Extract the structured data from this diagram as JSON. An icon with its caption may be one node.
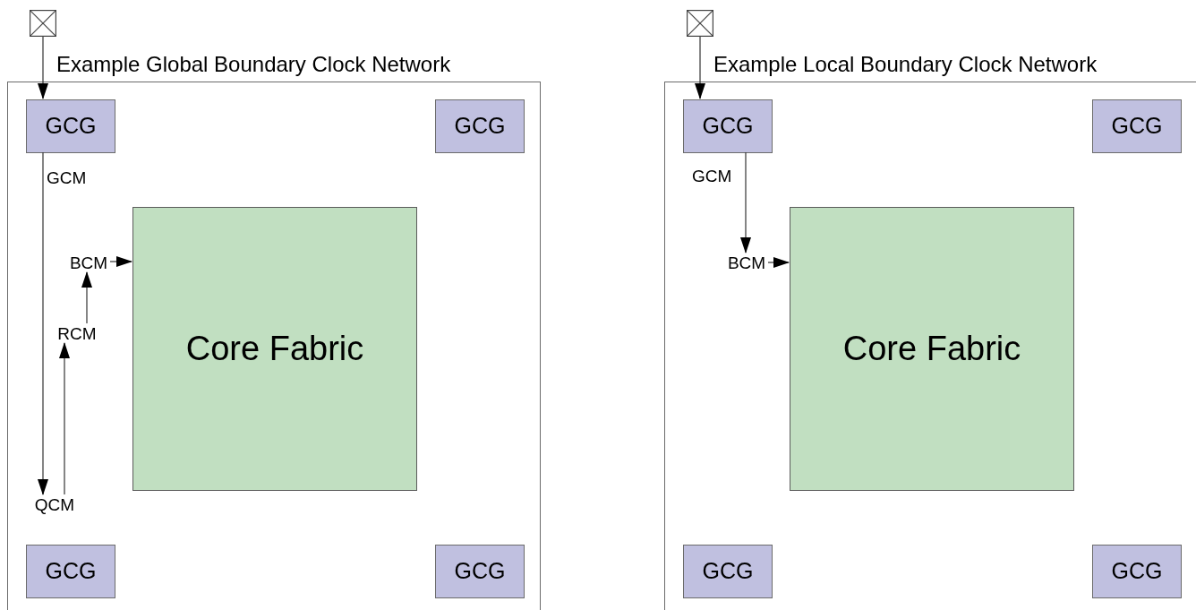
{
  "diagram": {
    "nodes": [
      {
        "text": [
          "Example Global Boundary Clock Network"
        ]
      },
      {
        "text": [],
        "shape": "box"
      },
      {
        "text": [
          "GCG"
        ],
        "in": 0
      },
      {
        "text": [
          "GCG"
        ],
        "in": 0
      },
      {
        "text": [
          "Core Fabric"
        ],
        "in": 0
      },
      {
        "text": [
          "BCM"
        ],
        "in": 0
      },
      {
        "text": [
          "RCM"
        ],
        "in": 0
      },
      {
        "text": [
          "QCM"
        ],
        "in": 0
      },
      {
        "text": [
          "GCG"
        ],
        "in": 0
      },
      {
        "text": [
          "GCG"
        ],
        "in": 0
      },
      {
        "text": [
          "Example Local Boundary Clock Network"
        ]
      },
      {
        "text": [],
        "shape": "box"
      },
      {
        "text": [
          "GCG"
        ],
        "in": 10
      },
      {
        "text": [
          "GCG"
        ],
        "in": 10
      },
      {
        "text": [
          "Core Fabric"
        ],
        "in": 10
      },
      {
        "text": [
          "BCM"
        ],
        "in": 10
      },
      {
        "text": [
          "GCG"
        ],
        "in": 10
      },
      {
        "text": [
          "GCG"
        ],
        "in": 10
      }
    ],
    "edges": [
      {
        "from": 1,
        "to": 2,
        "arrow": "to"
      },
      {
        "from": 2,
        "to": 7,
        "arrow": "to",
        "label": "GCM"
      },
      {
        "from": 7,
        "to": 6,
        "arrow": "to"
      },
      {
        "from": 6,
        "to": 5,
        "arrow": "to"
      },
      {
        "from": 5,
        "to": 4,
        "arrow": "to"
      },
      {
        "from": 11,
        "to": 12,
        "arrow": "to"
      },
      {
        "from": 12,
        "to": 15,
        "arrow": "to",
        "label": "GCM"
      },
      {
        "from": 15,
        "to": 14,
        "arrow": "to"
      }
    ]
  }
}
